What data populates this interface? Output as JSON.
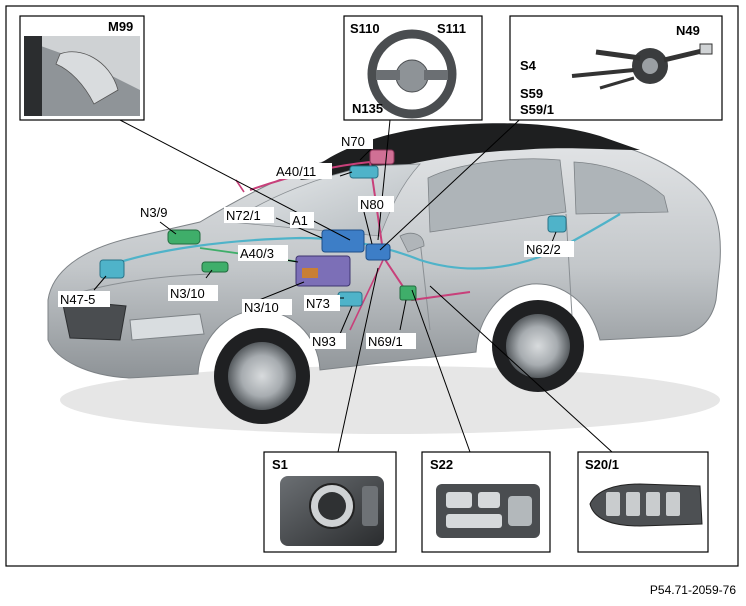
{
  "figure_id": "P54.71-2059-76",
  "inset_labels": {
    "m99": "M99",
    "s110": "S110",
    "s111": "S111",
    "n135": "N135",
    "n49": "N49",
    "s4": "S4",
    "s59": "S59",
    "s59_1": "S59/1",
    "s1": "S1",
    "s22": "S22",
    "s20_1": "S20/1"
  },
  "callouts": {
    "n70": "N70",
    "a40_11": "A40/11",
    "n3_9": "N3/9",
    "n72_1": "N72/1",
    "a1": "A1",
    "n80": "N80",
    "a40_3": "A40/3",
    "n3_10_a": "N3/10",
    "n47_5": "N47-5",
    "n3_10_b": "N3/10",
    "n73": "N73",
    "n93": "N93",
    "n69_1": "N69/1",
    "n62_2": "N62/2"
  },
  "colors": {
    "car_body": "#c9ccce",
    "car_shade": "#9a9fa3",
    "roof": "#222222",
    "module_blue": "#3d7ec7",
    "module_green": "#3fae6a",
    "wire_magenta": "#c8407a",
    "wire_cyan": "#4fb3c9"
  }
}
